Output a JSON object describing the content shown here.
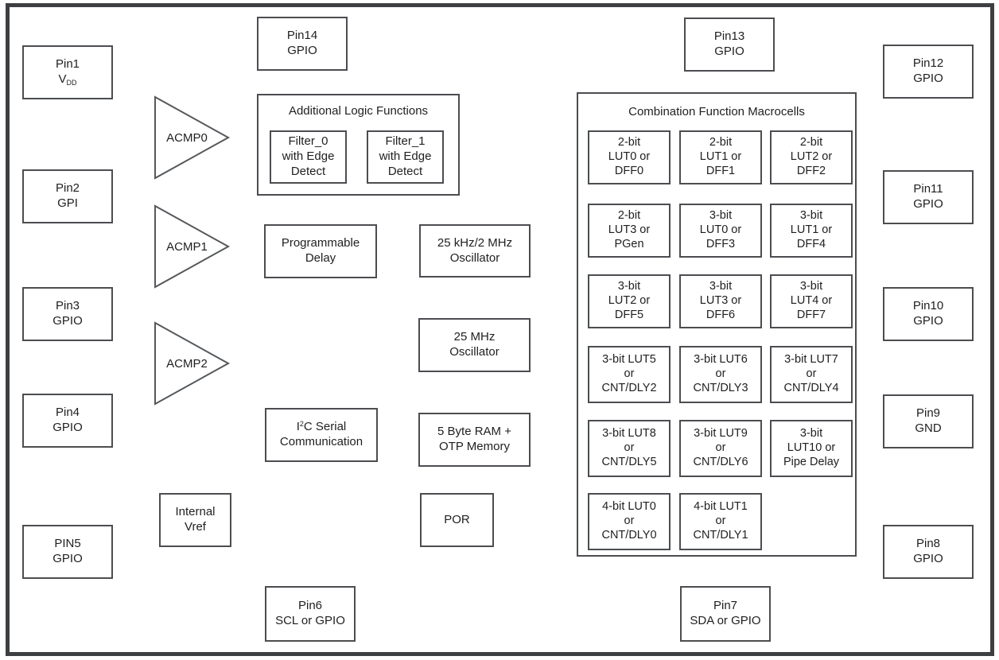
{
  "colors": {
    "frame_border": "#3d3f42",
    "box_border": "#4b4d50",
    "text": "#1f1f1f",
    "background": "#ffffff"
  },
  "pins": {
    "pin1": {
      "line1": "Pin1",
      "line2_main": "V",
      "line2_sub": "DD"
    },
    "pin2": {
      "line1": "Pin2",
      "line2": "GPI"
    },
    "pin3": {
      "line1": "Pin3",
      "line2": "GPIO"
    },
    "pin4": {
      "line1": "Pin4",
      "line2": "GPIO"
    },
    "pin5": {
      "line1": "PIN5",
      "line2": "GPIO"
    },
    "pin6": {
      "line1": "Pin6",
      "line2": "SCL or GPIO"
    },
    "pin7": {
      "line1": "Pin7",
      "line2": "SDA or GPIO"
    },
    "pin8": {
      "line1": "Pin8",
      "line2": "GPIO"
    },
    "pin9": {
      "line1": "Pin9",
      "line2": "GND"
    },
    "pin10": {
      "line1": "Pin10",
      "line2": "GPIO"
    },
    "pin11": {
      "line1": "Pin11",
      "line2": "GPIO"
    },
    "pin12": {
      "line1": "Pin12",
      "line2": "GPIO"
    },
    "pin13": {
      "line1": "Pin13",
      "line2": "GPIO"
    },
    "pin14": {
      "line1": "Pin14",
      "line2": "GPIO"
    }
  },
  "comparators": {
    "acmp0": "ACMP0",
    "acmp1": "ACMP1",
    "acmp2": "ACMP2"
  },
  "logic_functions": {
    "title": "Additional Logic Functions",
    "filter0": {
      "line1": "Filter_0",
      "line2": "with Edge",
      "line3": "Detect"
    },
    "filter1": {
      "line1": "Filter_1",
      "line2": "with Edge",
      "line3": "Detect"
    }
  },
  "blocks": {
    "prog_delay": {
      "line1": "Programmable",
      "line2": "Delay"
    },
    "osc_low": {
      "line1": "25 kHz/2 MHz",
      "line2": "Oscillator"
    },
    "osc_high": {
      "line1": "25 MHz",
      "line2": "Oscillator"
    },
    "i2c": {
      "line1_pre": "I",
      "line1_sup": "2",
      "line1_post": "C Serial",
      "line2": "Communication"
    },
    "ram": {
      "line1": "5 Byte RAM +",
      "line2": "OTP Memory"
    },
    "por": {
      "label": "POR"
    },
    "vref": {
      "line1": "Internal",
      "line2": "Vref"
    }
  },
  "macrocells": {
    "title": "Combination Function Macrocells",
    "cells": [
      {
        "lines": [
          "2-bit",
          "LUT0 or",
          "DFF0"
        ]
      },
      {
        "lines": [
          "2-bit",
          "LUT1 or",
          "DFF1"
        ]
      },
      {
        "lines": [
          "2-bit",
          "LUT2 or",
          "DFF2"
        ]
      },
      {
        "lines": [
          "2-bit",
          "LUT3 or",
          "PGen"
        ]
      },
      {
        "lines": [
          "3-bit",
          "LUT0 or",
          "DFF3"
        ]
      },
      {
        "lines": [
          "3-bit",
          "LUT1 or",
          "DFF4"
        ]
      },
      {
        "lines": [
          "3-bit",
          "LUT2 or",
          "DFF5"
        ]
      },
      {
        "lines": [
          "3-bit",
          "LUT3 or",
          "DFF6"
        ]
      },
      {
        "lines": [
          "3-bit",
          "LUT4 or",
          "DFF7"
        ]
      },
      {
        "lines": [
          "3-bit LUT5",
          "or",
          "CNT/DLY2"
        ]
      },
      {
        "lines": [
          "3-bit LUT6",
          "or",
          "CNT/DLY3"
        ]
      },
      {
        "lines": [
          "3-bit LUT7",
          "or",
          "CNT/DLY4"
        ]
      },
      {
        "lines": [
          "3-bit LUT8",
          "or",
          "CNT/DLY5"
        ]
      },
      {
        "lines": [
          "3-bit LUT9",
          "or",
          "CNT/DLY6"
        ]
      },
      {
        "lines": [
          "3-bit",
          "LUT10 or",
          "Pipe Delay"
        ]
      },
      {
        "lines": [
          "4-bit LUT0",
          "or",
          "CNT/DLY0"
        ]
      },
      {
        "lines": [
          "4-bit LUT1",
          "or",
          "CNT/DLY1"
        ]
      }
    ]
  }
}
